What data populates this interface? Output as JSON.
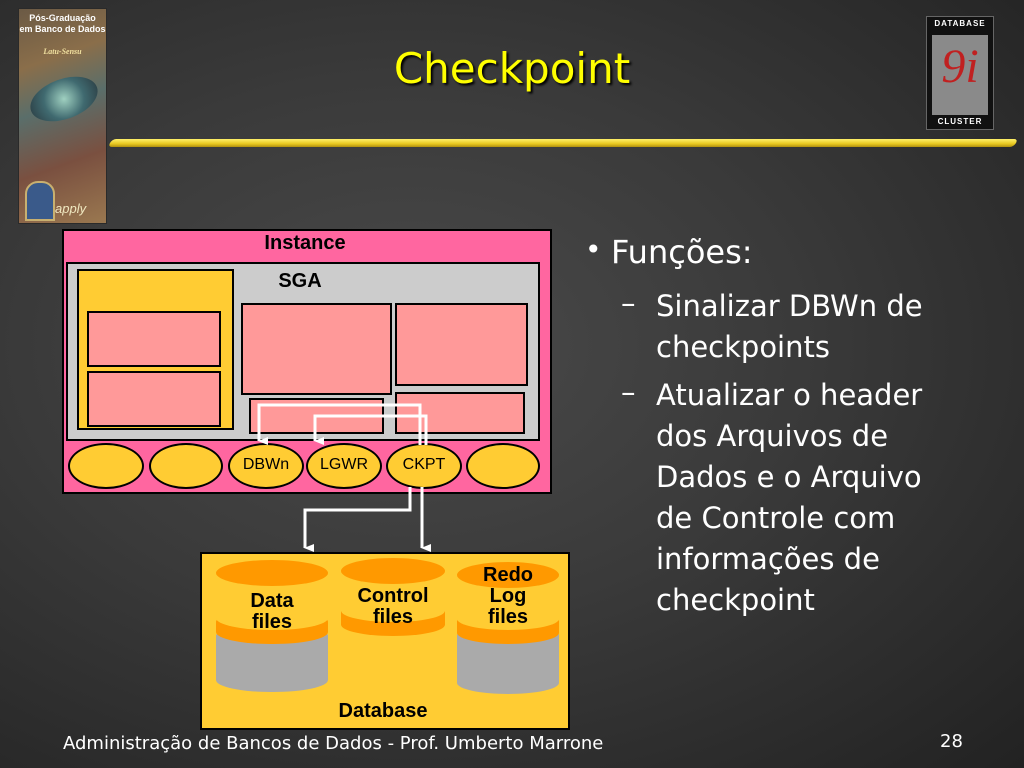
{
  "slide": {
    "title": "Checkpoint",
    "footer": "Administração de Bancos de Dados - Prof. Umberto Marrone",
    "page_number": "28"
  },
  "cover": {
    "line1": "Pós-Graduação",
    "line2": "em Banco de Dados",
    "line3": "Latu-Sensu",
    "brand": "apply"
  },
  "logo": {
    "top_text": "DATABASE",
    "number": "9i",
    "bottom_text": "CLUSTER"
  },
  "diagram": {
    "instance_label": "Instance",
    "sga_label": "SGA",
    "processes": [
      "",
      "",
      "DBWn",
      "LGWR",
      "CKPT",
      ""
    ],
    "database_label": "Database",
    "files": [
      {
        "lines": [
          "Data",
          "files"
        ]
      },
      {
        "lines": [
          "Control",
          "files"
        ]
      },
      {
        "lines": [
          "Redo",
          "Log",
          "files"
        ]
      }
    ],
    "colors": {
      "instance": "#ff66a0",
      "sga": "#cccccc",
      "memory_block": "#ff9999",
      "process": "#ffcc33",
      "database": "#ffcc33",
      "disk_top": "#ff9900",
      "disk_body": "#aaaaaa"
    }
  },
  "bullets": {
    "main": "Funções:",
    "subs": [
      [
        "Sinalizar DBWn de",
        "checkpoints"
      ],
      [
        "Atualizar o header",
        "dos Arquivos de",
        "Dados e o Arquivo",
        "de Controle com",
        "informações de",
        "checkpoint"
      ]
    ]
  },
  "theme": {
    "title_color": "#ffff00",
    "text_color": "#ffffff",
    "accent_line": "#e8c820"
  }
}
